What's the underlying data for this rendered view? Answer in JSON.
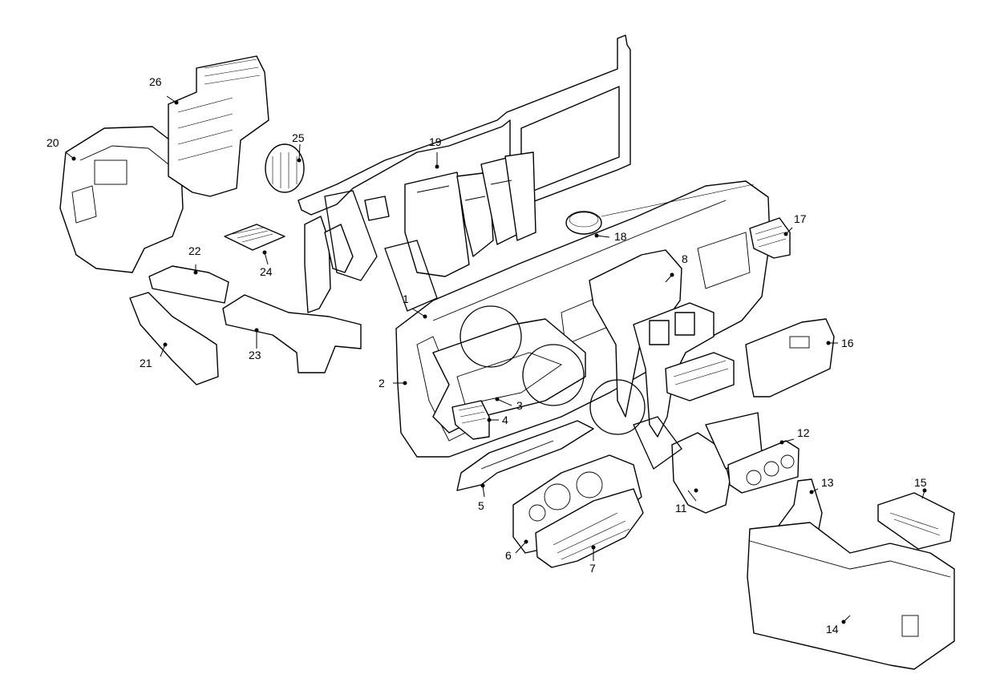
{
  "diagram": {
    "callouts": [
      {
        "id": "c1",
        "text": "1"
      },
      {
        "id": "c2",
        "text": "2"
      },
      {
        "id": "c3",
        "text": "3"
      },
      {
        "id": "c4",
        "text": "4"
      },
      {
        "id": "c5",
        "text": "5"
      },
      {
        "id": "c6",
        "text": "6"
      },
      {
        "id": "c7",
        "text": "7"
      },
      {
        "id": "c8",
        "text": "8"
      },
      {
        "id": "c11",
        "text": "11"
      },
      {
        "id": "c12",
        "text": "12"
      },
      {
        "id": "c13",
        "text": "13"
      },
      {
        "id": "c14",
        "text": "14"
      },
      {
        "id": "c15",
        "text": "15"
      },
      {
        "id": "c16",
        "text": "16"
      },
      {
        "id": "c17",
        "text": "17"
      },
      {
        "id": "c18",
        "text": "18"
      },
      {
        "id": "c19",
        "text": "19"
      },
      {
        "id": "c20",
        "text": "20"
      },
      {
        "id": "c21",
        "text": "21"
      },
      {
        "id": "c22",
        "text": "22"
      },
      {
        "id": "c23",
        "text": "23"
      },
      {
        "id": "c24",
        "text": "24"
      },
      {
        "id": "c25",
        "text": "25"
      },
      {
        "id": "c26",
        "text": "26"
      }
    ]
  }
}
